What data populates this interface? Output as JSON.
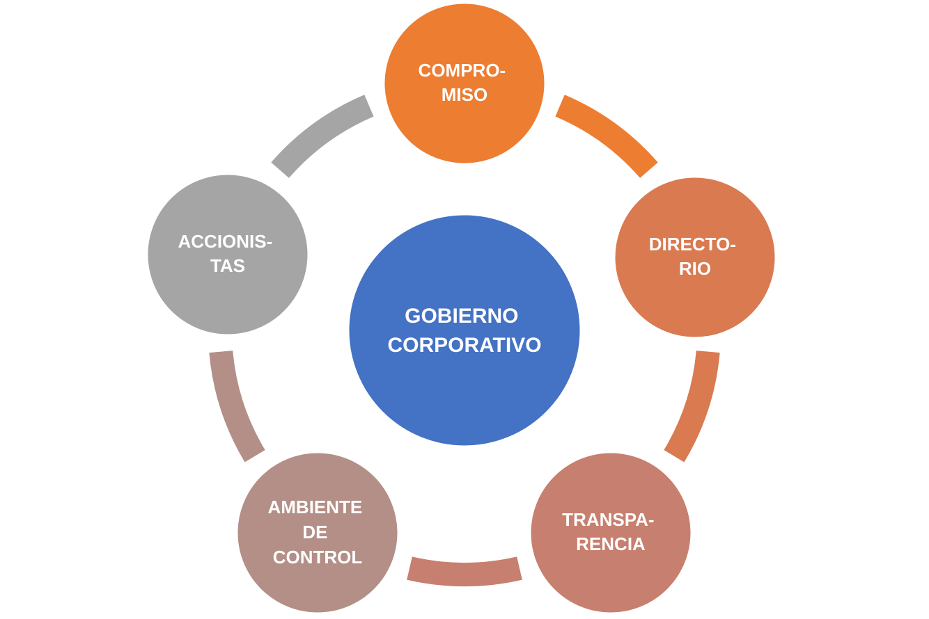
{
  "center": {
    "label_lines": [
      "GOBIERNO",
      "CORPORATIVO"
    ],
    "color": "#4472C4"
  },
  "nodes": [
    {
      "key": "compromiso",
      "label_lines": [
        "COMPRO-",
        "MISO"
      ],
      "color": "#ED7D31",
      "arc_color": "#ED7D31"
    },
    {
      "key": "directorio",
      "label_lines": [
        "DIRECTO-",
        "RIO"
      ],
      "color": "#D97A51",
      "arc_color": "#D97A51"
    },
    {
      "key": "transparencia",
      "label_lines": [
        "TRANSPA-",
        "RENCIA"
      ],
      "color": "#C77F6F",
      "arc_color": "#C77F6F"
    },
    {
      "key": "ambiente-de-control",
      "label_lines": [
        "AMBIENTE",
        "DE",
        "CONTROL"
      ],
      "color": "#B38F87",
      "arc_color": "#B38F87"
    },
    {
      "key": "accionistas",
      "label_lines": [
        "ACCIONIS-",
        "TAS"
      ],
      "color": "#A5A5A5",
      "arc_color": "#A5A5A5"
    }
  ]
}
